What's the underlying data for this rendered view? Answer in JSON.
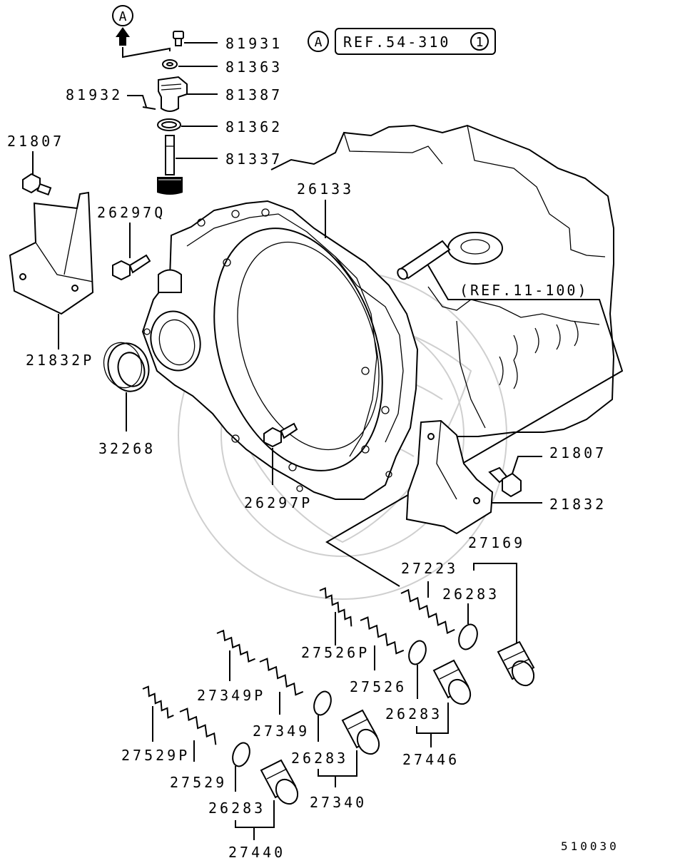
{
  "marker_a": "A",
  "ref_a_label": "REF.54-310",
  "ref_a_circled": "1",
  "ref_b_label": "(REF.11-100)",
  "parts": {
    "p81931": "81931",
    "p81363": "81363",
    "p81387": "81387",
    "p81932": "81932",
    "p81362": "81362",
    "p81337": "81337",
    "p21807_left": "21807",
    "p26297Q": "26297Q",
    "p26133": "26133",
    "p21832P": "21832P",
    "p32268": "32268",
    "p26297P": "26297P",
    "p21807_right": "21807",
    "p21832": "21832",
    "p27169": "27169",
    "p27223": "27223",
    "p26283_a": "26283",
    "p27526P": "27526P",
    "p27526": "27526",
    "p26283_b": "26283",
    "p27446": "27446",
    "p27349P": "27349P",
    "p27349": "27349",
    "p26283_c": "26283",
    "p27340": "27340",
    "p27529P": "27529P",
    "p27529": "27529",
    "p26283_d": "26283",
    "p27440": "27440"
  },
  "figure_code": "510030"
}
